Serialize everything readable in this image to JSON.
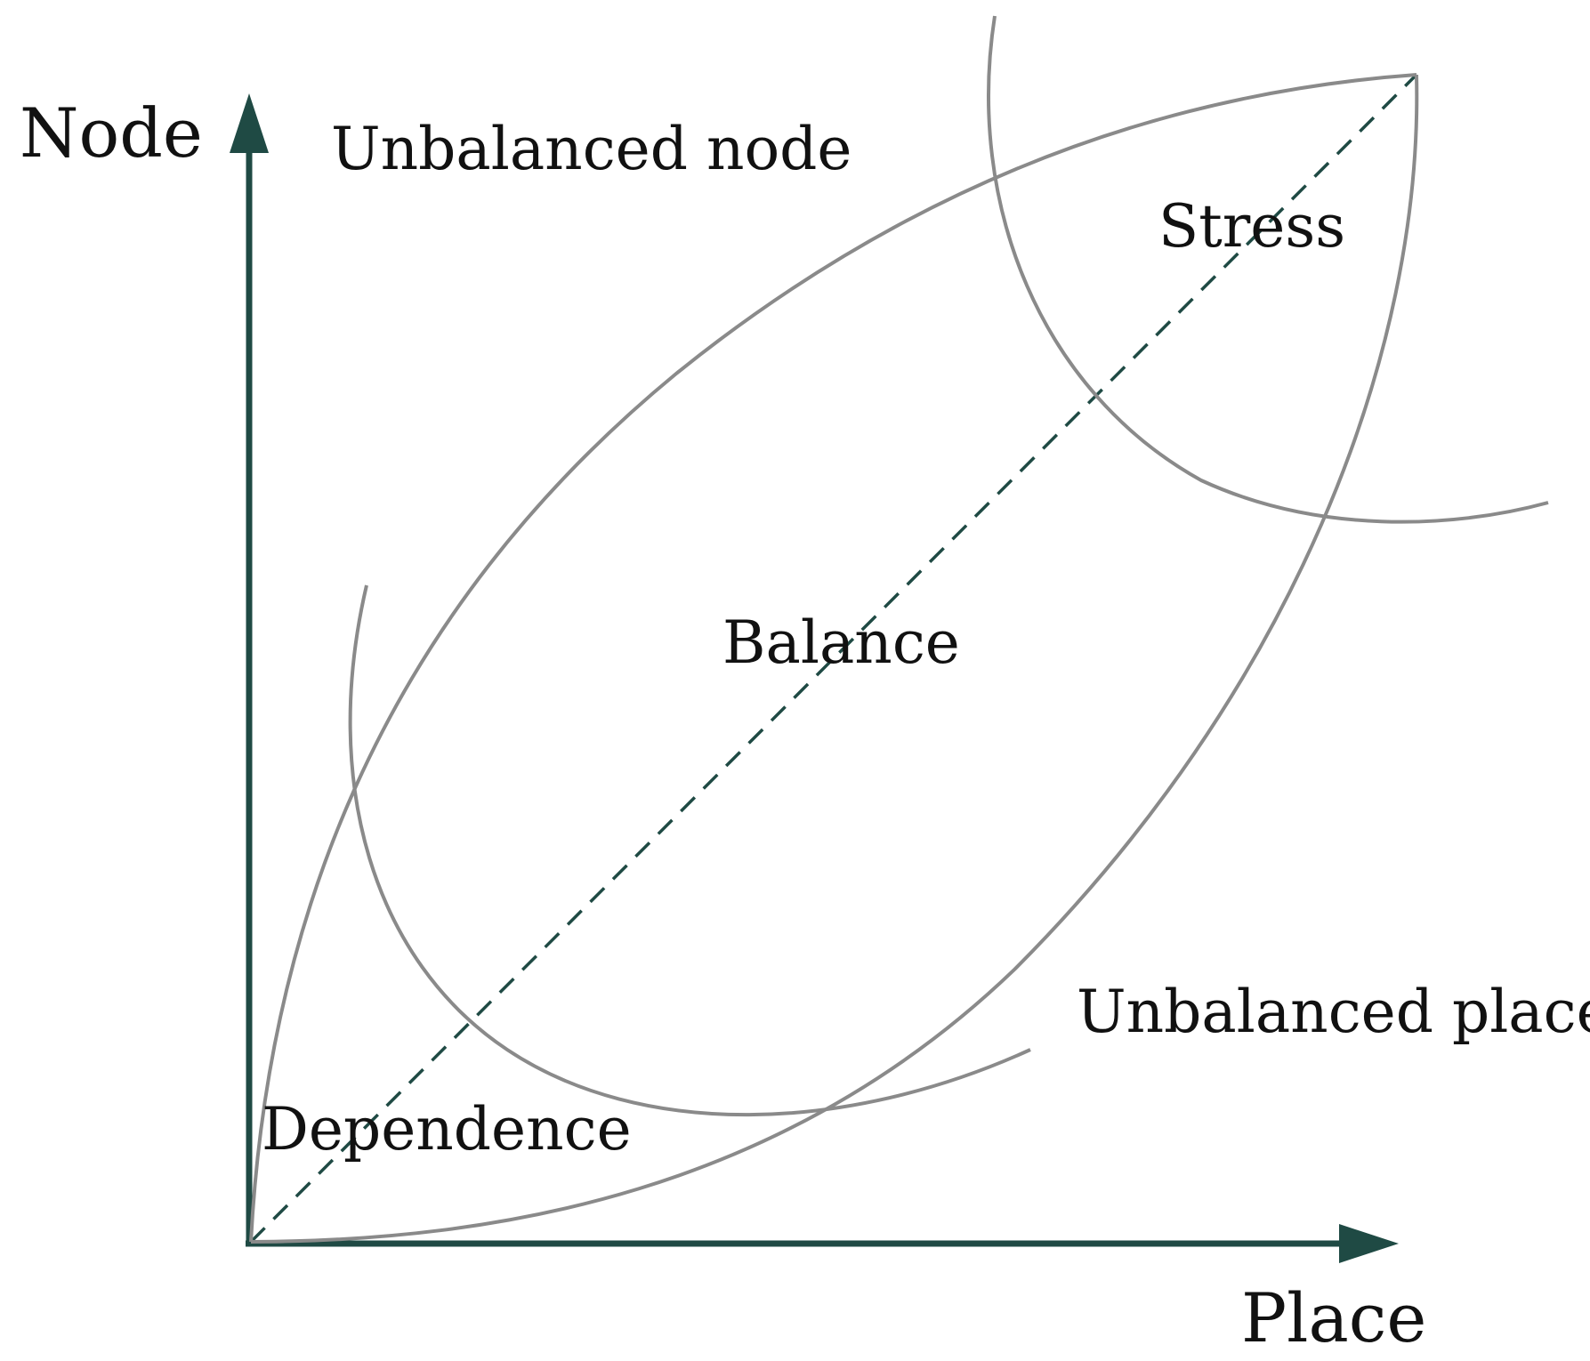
{
  "axes": {
    "y_label": "Node",
    "x_label": "Place"
  },
  "regions": {
    "unbalanced_node": "Unbalanced node",
    "stress": "Stress",
    "balance": "Balance",
    "unbalanced_place": "Unbalanced place",
    "dependence": "Dependence"
  },
  "colors": {
    "axis": "#1f4a44",
    "curves": "#8a8a8a",
    "text": "#111111"
  }
}
